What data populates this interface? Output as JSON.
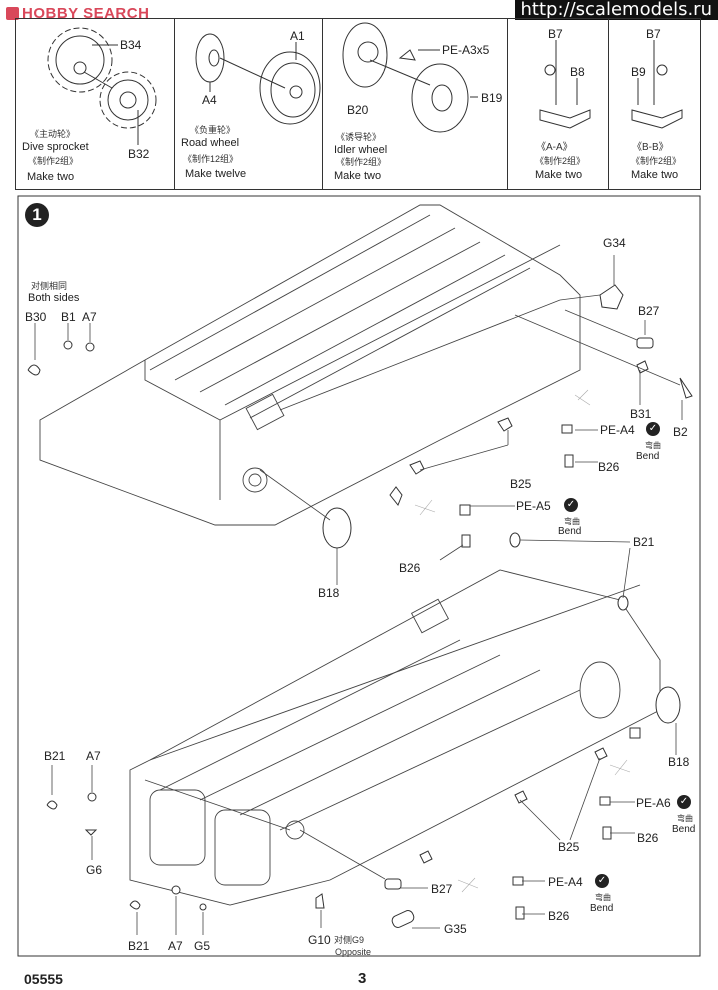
{
  "watermarks": {
    "left_logo": "HOBBY SEARCH",
    "right_url": "http://scalemodels.ru"
  },
  "brand_color": "#d9485a",
  "top_panels": [
    {
      "title_cn": "《主动轮》",
      "title_en": "Dive sprocket",
      "qty_cn": "《制作2组》",
      "qty_en": "Make two",
      "parts": [
        "B34",
        "B32"
      ]
    },
    {
      "title_cn": "《负重轮》",
      "title_en": "Road wheel",
      "qty_cn": "《制作12组》",
      "qty_en": "Make twelve",
      "parts": [
        "A1",
        "A4"
      ]
    },
    {
      "title_cn": "《诱导轮》",
      "title_en": "Idler wheel",
      "qty_cn": "《制作2组》",
      "qty_en": "Make two",
      "parts": [
        "PE-A3x5",
        "B20",
        "B19"
      ]
    },
    {
      "title_cn": "《A-A》",
      "qty_cn": "《制作2组》",
      "qty_en": "Make two",
      "parts": [
        "B7",
        "B8"
      ]
    },
    {
      "title_cn": "《B-B》",
      "qty_cn": "《制作2组》",
      "qty_en": "Make two",
      "parts": [
        "B7",
        "B9"
      ]
    }
  ],
  "step": {
    "number": "1",
    "both_sides_cn": "对侧相同",
    "both_sides_en": "Both sides",
    "bend_cn": "弯曲",
    "bend_en": "Bend",
    "opposite_cn": "对侧G9",
    "opposite_en": "Opposite",
    "labels": {
      "b30": "B30",
      "b1": "B1",
      "a7_top": "A7",
      "g34": "G34",
      "b27_top": "B27",
      "b31": "B31",
      "b2": "B2",
      "pe_a4_top": "PE-A4",
      "b26_top": "B26",
      "b25_top": "B25",
      "pe_a5": "PE-A5",
      "b26_mid": "B26",
      "b18_top": "B18",
      "b21_top": "B21",
      "b18_bot": "B18",
      "pe_a6": "PE-A6",
      "b26_r": "B26",
      "b25_bot": "B25",
      "pe_a4_bot": "PE-A4",
      "b26_bot": "B26",
      "b21_l": "B21",
      "a7_l": "A7",
      "g6": "G6",
      "b21_b": "B21",
      "a7_b": "A7",
      "g5": "G5",
      "g10": "G10",
      "b27_bot": "B27",
      "g35": "G35"
    }
  },
  "footer": {
    "catalog_number": "05555",
    "page_number": "3"
  }
}
